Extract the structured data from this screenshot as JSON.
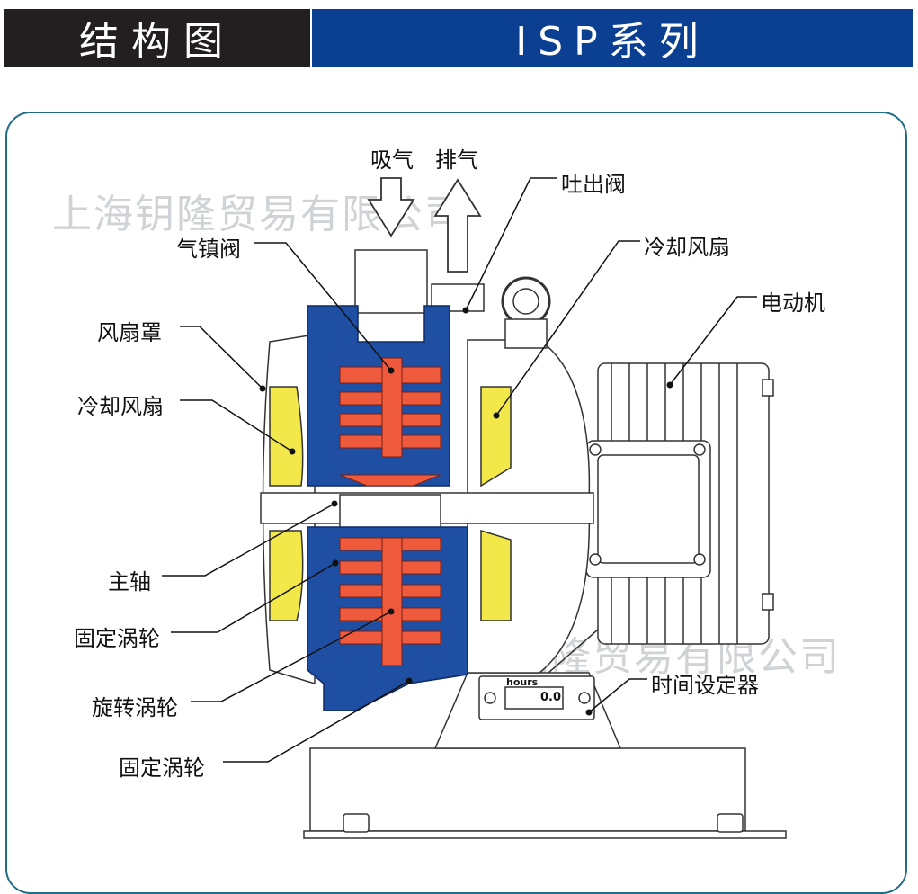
{
  "header": {
    "left_title": "结构图",
    "right_title": "ISP系列"
  },
  "watermarks": [
    "上海钥隆贸易有限公司",
    "上海钥隆贸易有限公司"
  ],
  "labels": {
    "intake": "吸气",
    "exhaust": "排气",
    "discharge_valve": "吐出阀",
    "gas_ballast_valve": "气镇阀",
    "cooling_fan_right": "冷却风扇",
    "motor": "电动机",
    "fan_cover": "风扇罩",
    "cooling_fan_left": "冷却风扇",
    "main_shaft": "主轴",
    "fixed_scroll_1": "固定涡轮",
    "orbiting_scroll": "旋转涡轮",
    "fixed_scroll_2": "固定涡轮",
    "timer": "时间设定器"
  },
  "hour_meter": {
    "unit": "hours",
    "value": "0.0"
  },
  "colors": {
    "header_dark": "#231f20",
    "header_blue": "#0b3f91",
    "housing": "#1f4fa3",
    "scroll": "#ef5a3c",
    "fan": "#f3e84a",
    "frame": "#1f6d86"
  }
}
